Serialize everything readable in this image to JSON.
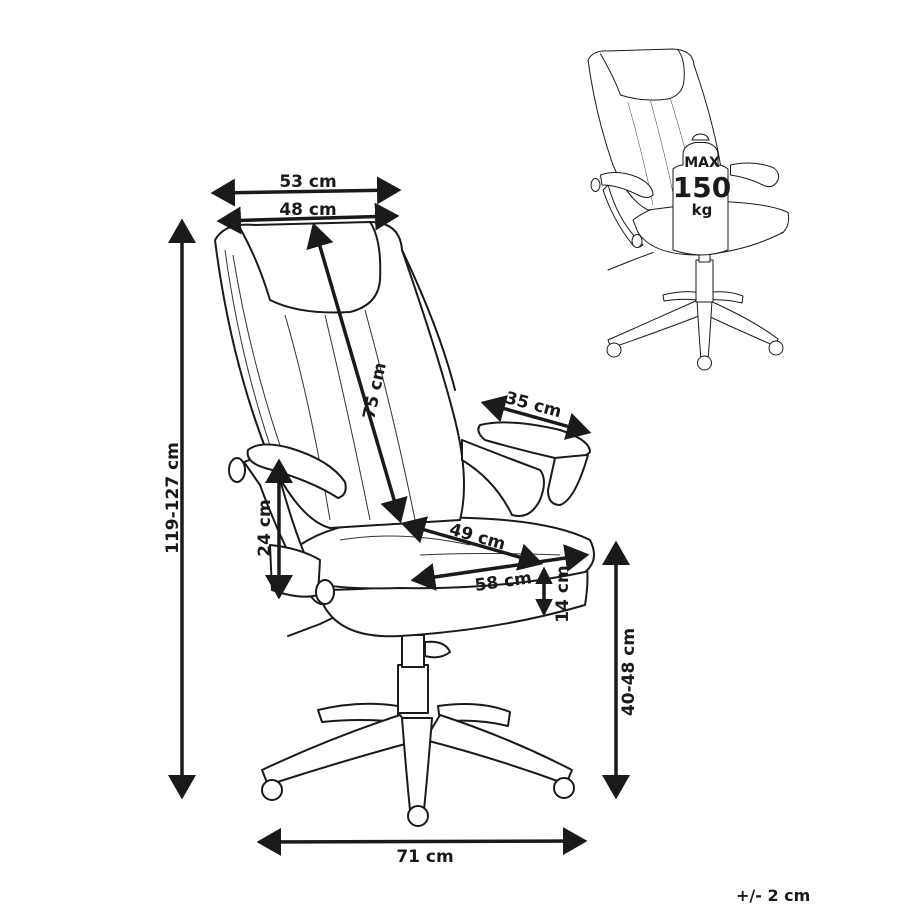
{
  "diagram": {
    "subject": "office chair",
    "type": "product dimension drawing",
    "colors": {
      "line": "#1a1a1a",
      "background": "#ffffff"
    }
  },
  "dimensions": {
    "overall_width": "53 cm",
    "backrest_width": "48 cm",
    "backrest_height": "75 cm",
    "armrest_length": "35 cm",
    "seat_depth": "49 cm",
    "seat_width": "58 cm",
    "seat_thickness": "14 cm",
    "armrest_height": "24 cm",
    "overall_height": "119-127 cm",
    "seat_height": "40-48 cm",
    "base_width": "71 cm"
  },
  "load_badge": {
    "line1": "MAX",
    "line2": "150",
    "line3": "kg"
  },
  "tolerance": "+/- 2 cm"
}
